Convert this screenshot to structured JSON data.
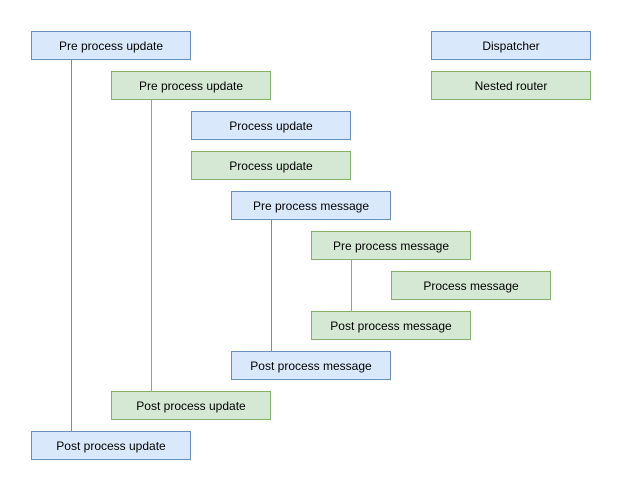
{
  "colors": {
    "blue_fill": "#dae8fc",
    "blue_stroke": "#6c8ebf",
    "green_fill": "#d5e8d4",
    "green_stroke": "#82b366",
    "text": "#000000",
    "background": "#ffffff"
  },
  "diagram": {
    "legend": {
      "dispatcher": {
        "label": "Dispatcher",
        "color": "blue"
      },
      "nested_router": {
        "label": "Nested router",
        "color": "green"
      }
    },
    "nodes": [
      {
        "label": "Pre process update",
        "color": "blue"
      },
      {
        "label": "Pre process update",
        "color": "green"
      },
      {
        "label": "Process update",
        "color": "blue"
      },
      {
        "label": "Process update",
        "color": "green"
      },
      {
        "label": "Pre process message",
        "color": "blue"
      },
      {
        "label": "Pre process message",
        "color": "green"
      },
      {
        "label": "Process message",
        "color": "green"
      },
      {
        "label": "Post process message",
        "color": "green"
      },
      {
        "label": "Post process message",
        "color": "blue"
      },
      {
        "label": "Post process update",
        "color": "green"
      },
      {
        "label": "Post process update",
        "color": "blue"
      }
    ],
    "connectors": [
      {
        "name": "update-lifeline-dispatcher",
        "color": "blue"
      },
      {
        "name": "update-lifeline-router",
        "color": "green"
      },
      {
        "name": "message-lifeline-dispatcher",
        "color": "blue"
      },
      {
        "name": "message-lifeline-router",
        "color": "green"
      }
    ]
  }
}
